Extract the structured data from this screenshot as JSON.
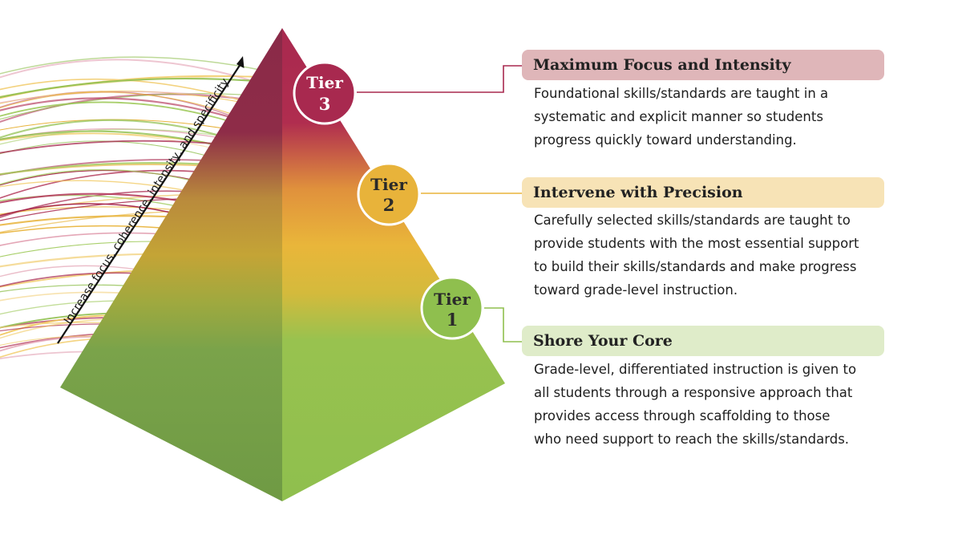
{
  "colors": {
    "tier3": "#a8294f",
    "tier2": "#e8b33a",
    "tier1": "#8fbf4e",
    "tier3_header_bg": "#dfb6b9",
    "tier2_header_bg": "#f7e3b6",
    "tier1_header_bg": "#dfecc9",
    "text": "#222222"
  },
  "arrow_label": "Increase focus, coherence, intensity, and specificity",
  "tiers": [
    {
      "badge_word": "Tier",
      "badge_number": "3",
      "title": "Maximum Focus and Intensity",
      "description_lines": [
        "Foundational skills/standards are taught in a",
        "systematic and explicit manner so students",
        "progress quickly toward understanding."
      ]
    },
    {
      "badge_word": "Tier",
      "badge_number": "2",
      "title": "Intervene with Precision",
      "description_lines": [
        "Carefully selected skills/standards are taught to",
        "provide students with the most essential support",
        "to build their skills/standards and make progress",
        "toward grade-level instruction."
      ]
    },
    {
      "badge_word": "Tier",
      "badge_number": "1",
      "title": "Shore Your Core",
      "description_lines": [
        "Grade-level, differentiated instruction is given to",
        "all students through a responsive approach that",
        "provides access through scaffolding to those",
        "who need support to reach the skills/standards."
      ]
    }
  ]
}
